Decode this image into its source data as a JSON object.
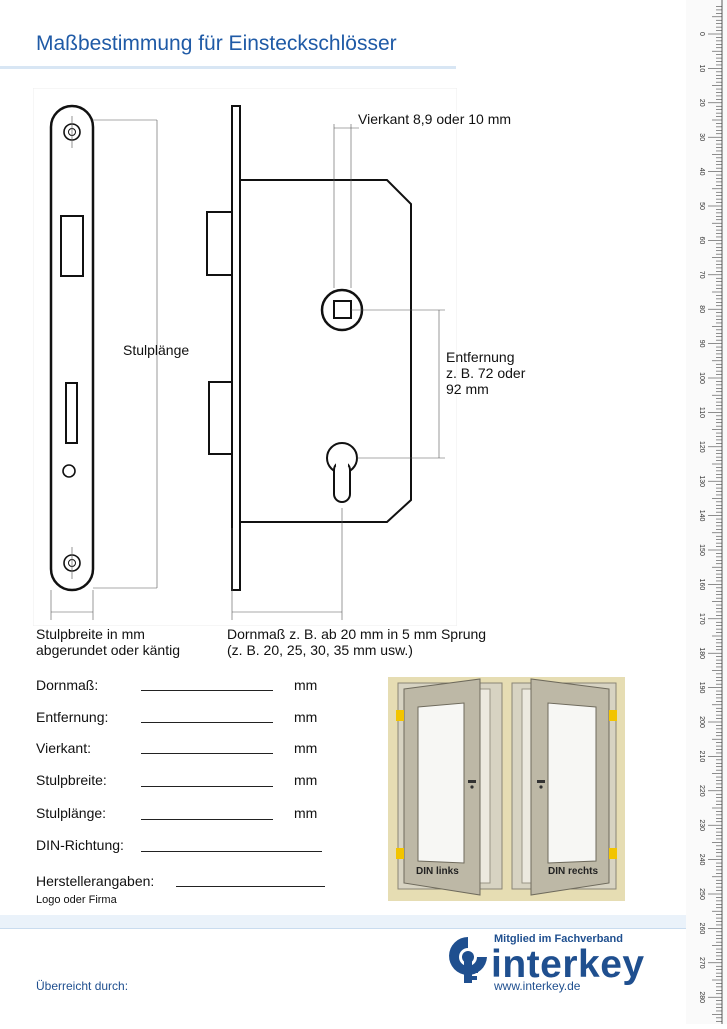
{
  "title": "Maßbestimmung für Einsteckschlösser",
  "labels": {
    "vierkant": "Vierkant 8,9 oder 10 mm",
    "stulplaenge": "Stulplänge",
    "entfernung": "Entfernung\nz. B. 72 oder\n92 mm",
    "stulpbreite": "Stulpbreite in mm\nabgerundet oder käntig",
    "dornmass": "Dornmaß z. B. ab 20 mm in 5 mm Sprung\n(z. B. 20, 25, 30, 35 mm usw.)"
  },
  "form": {
    "rows": [
      {
        "label": "Dornmaß:",
        "unit": "mm"
      },
      {
        "label": "Entfernung:",
        "unit": "mm"
      },
      {
        "label": "Vierkant:",
        "unit": "mm"
      },
      {
        "label": "Stulpbreite:",
        "unit": "mm"
      },
      {
        "label": "Stulplänge:",
        "unit": "mm"
      }
    ],
    "din_label": "DIN-Richtung:",
    "hersteller_label": "Herstellerangaben:",
    "logo_hint": "Logo oder Firma"
  },
  "doors": {
    "left_label": "DIN links",
    "right_label": "DIN rechts"
  },
  "footer": {
    "ueberreicht": "Überreicht durch:",
    "member": "Mitglied im Fachverband",
    "brand": "interkey",
    "website": "www.interkey.de"
  },
  "ruler": {
    "labels": [
      "0",
      "10",
      "20",
      "30",
      "40",
      "50",
      "60",
      "70",
      "80",
      "90",
      "100",
      "110",
      "120",
      "130",
      "140",
      "150",
      "160",
      "170",
      "180",
      "190",
      "200",
      "210",
      "220",
      "230",
      "240",
      "250",
      "260",
      "270",
      "280"
    ]
  }
}
